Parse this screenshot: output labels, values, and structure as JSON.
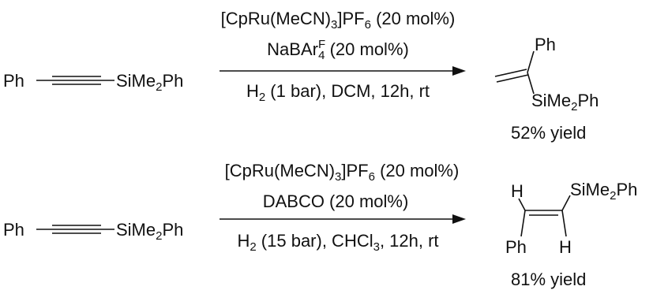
{
  "reactions": [
    {
      "substrate": {
        "left": "Ph",
        "right": "SiMe",
        "sub": "2",
        "tail": "Ph"
      },
      "conditions_above": [
        {
          "a": "[CpRu(MeCN)",
          "sub": "3",
          "b": "]PF",
          "sub2": "6",
          "c": " (20 mol%)"
        },
        {
          "a": "NaBAr",
          "sup": "F",
          "sub": "4",
          "c": " (20 mol%)"
        }
      ],
      "conditions_below": {
        "a": "H",
        "sub": "2",
        "b": " (1 bar), DCM, 12h, rt"
      },
      "product": {
        "ph": "Ph",
        "si": "SiMe",
        "si_sub": "2",
        "si_tail": "Ph"
      },
      "yield": "52% yield"
    },
    {
      "substrate": {
        "left": "Ph",
        "right": "SiMe",
        "sub": "2",
        "tail": "Ph"
      },
      "conditions_above": [
        {
          "a": "[CpRu(MeCN)",
          "sub": "3",
          "b": "]PF",
          "sub2": "6",
          "c": " (20 mol%)"
        },
        {
          "a": "DABCO (20 mol%)"
        }
      ],
      "conditions_below": {
        "a": "H",
        "sub": "2",
        "b": " (15 bar), CHCl",
        "sub2": "3",
        "c": ", 12h, rt"
      },
      "product": {
        "h1": "H",
        "si": "SiMe",
        "si_sub": "2",
        "si_tail": "Ph",
        "ph": "Ph",
        "h2": "H"
      },
      "yield": "81% yield"
    }
  ]
}
